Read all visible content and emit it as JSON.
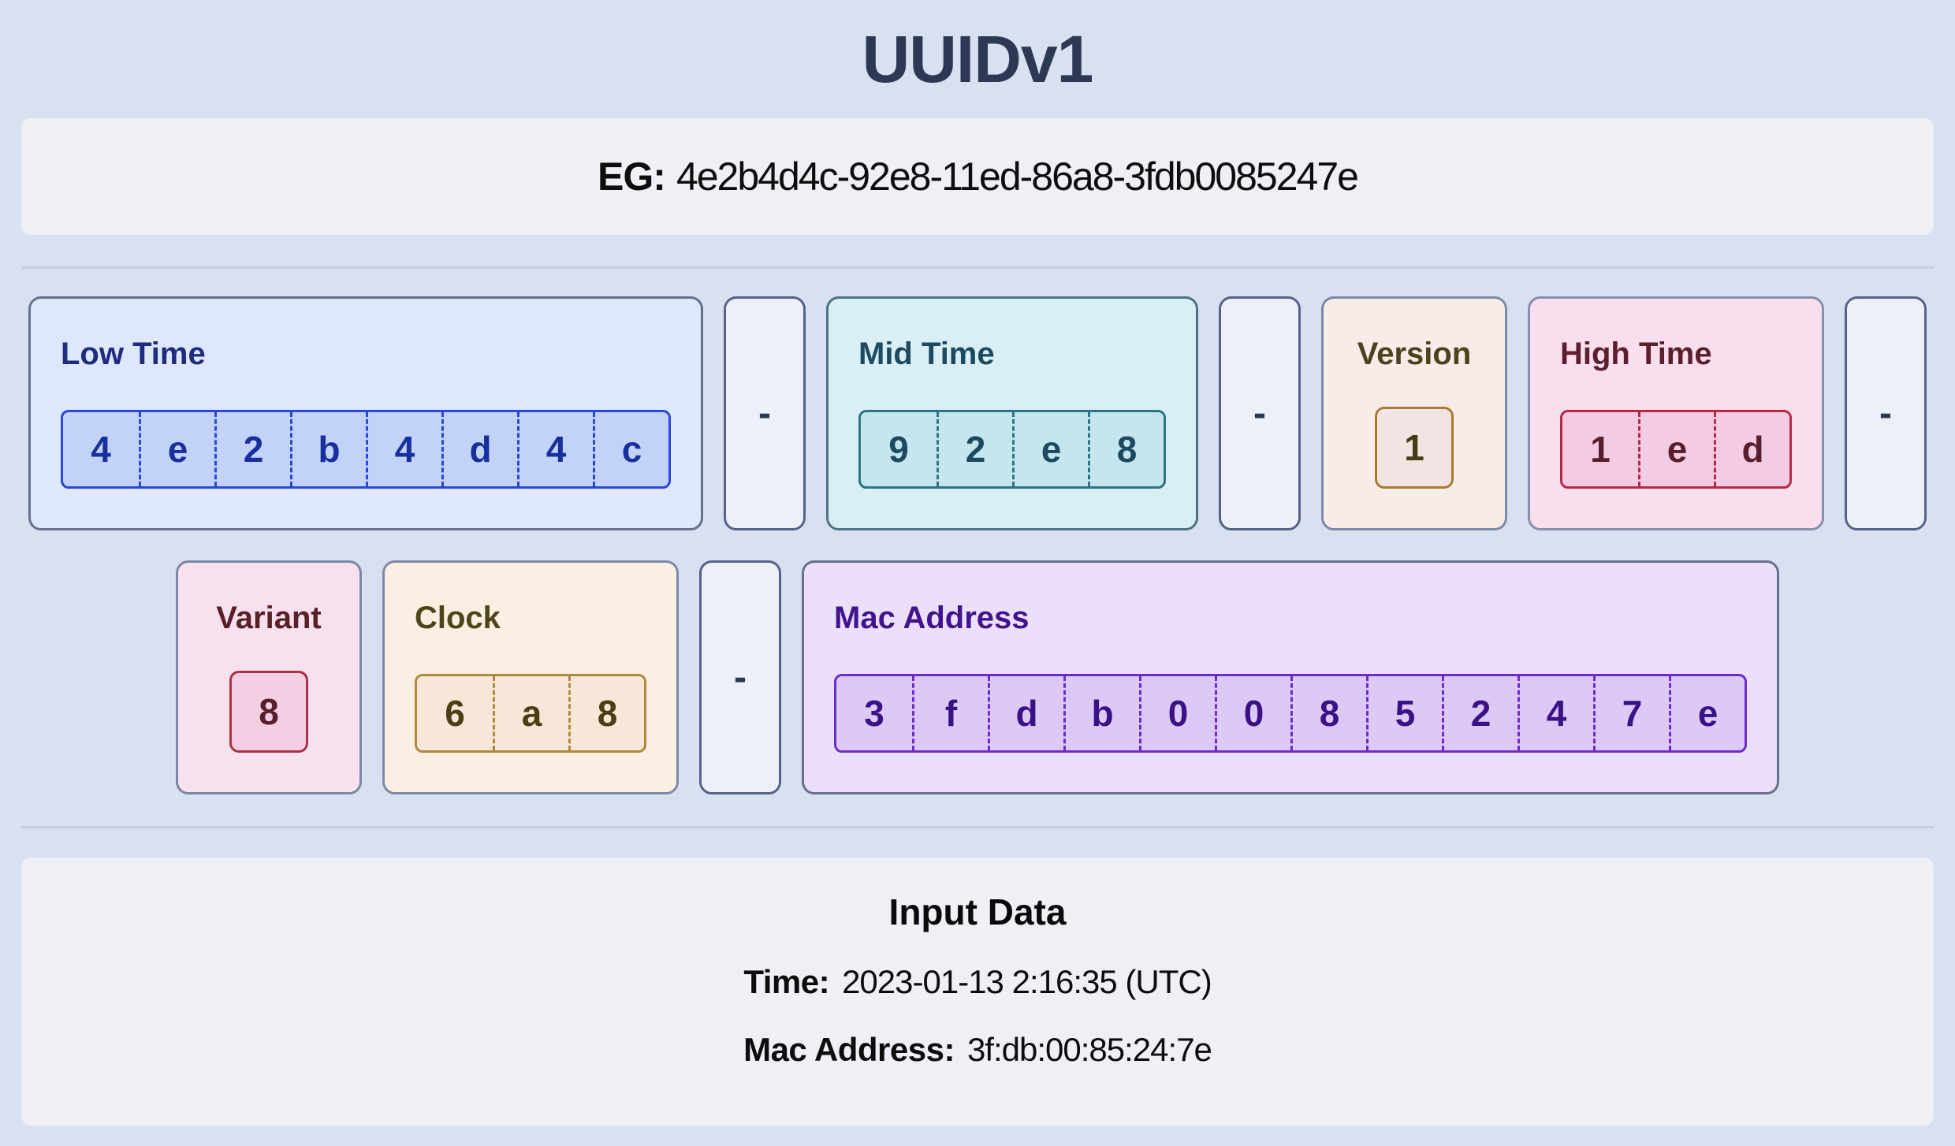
{
  "page": {
    "title": "UUIDv1"
  },
  "example": {
    "label": "EG:",
    "value": "4e2b4d4c-92e8-11ed-86a8-3fdb0085247e"
  },
  "separator_glyph": "-",
  "uuid_rows": [
    [
      {
        "type": "segment",
        "key": "low-time",
        "label": "Low Time",
        "theme": "blue",
        "digits": [
          "4",
          "e",
          "2",
          "b",
          "4",
          "d",
          "4",
          "c"
        ]
      },
      {
        "type": "dash"
      },
      {
        "type": "segment",
        "key": "mid-time",
        "label": "Mid Time",
        "theme": "teal",
        "digits": [
          "9",
          "2",
          "e",
          "8"
        ]
      },
      {
        "type": "dash"
      },
      {
        "type": "segment",
        "key": "version",
        "label": "Version",
        "theme": "version",
        "digits": [
          "1"
        ],
        "single": true
      },
      {
        "type": "segment",
        "key": "high-time",
        "label": "High Time",
        "theme": "red",
        "digits": [
          "1",
          "e",
          "d"
        ]
      },
      {
        "type": "dash"
      }
    ],
    [
      {
        "type": "segment",
        "key": "variant",
        "label": "Variant",
        "theme": "pink",
        "digits": [
          "8"
        ],
        "single": true
      },
      {
        "type": "segment",
        "key": "clock",
        "label": "Clock",
        "theme": "clock",
        "digits": [
          "6",
          "a",
          "8"
        ]
      },
      {
        "type": "dash"
      },
      {
        "type": "segment",
        "key": "mac-address",
        "label": "Mac Address",
        "theme": "purple",
        "digits": [
          "3",
          "f",
          "d",
          "b",
          "0",
          "0",
          "8",
          "5",
          "2",
          "4",
          "7",
          "e"
        ]
      }
    ]
  ],
  "themes": {
    "blue": {
      "boxBg": "#dfe7fb",
      "boxBorder": "#64708d",
      "titleColor": "#1f2b7e",
      "cellBg": "#c3d3f8",
      "cellBorder": "#2b46d8",
      "digitColor": "#1a2f9e"
    },
    "teal": {
      "boxBg": "#daeef5",
      "boxBorder": "#4f7384",
      "titleColor": "#1d4a60",
      "cellBg": "#c5e6ef",
      "cellBorder": "#2e7486",
      "digitColor": "#1d4a60"
    },
    "version": {
      "boxBg": "#f8ece8",
      "boxBorder": "#7d89a8",
      "titleColor": "#4a431d",
      "cellBg": "#f2e4e3",
      "cellBorder": "#a87b31",
      "digitColor": "#433c17"
    },
    "red": {
      "boxBg": "#f9dfee",
      "boxBorder": "#8790ab",
      "titleColor": "#5c1f2d",
      "cellBg": "#f3cce4",
      "cellBorder": "#b52946",
      "digitColor": "#571e2b"
    },
    "pink": {
      "boxBg": "#f7e1ee",
      "boxBorder": "#7a87a6",
      "titleColor": "#5a2027",
      "cellBg": "#f4cfe3",
      "cellBorder": "#a93344",
      "digitColor": "#571e2b"
    },
    "clock": {
      "boxBg": "#fbeee2",
      "boxBorder": "#7d89a8",
      "titleColor": "#4f4519",
      "cellBg": "#f6e7d8",
      "cellBorder": "#b1893c",
      "digitColor": "#4a4015"
    },
    "purple": {
      "boxBg": "#ecdff9",
      "boxBorder": "#67718e",
      "titleColor": "#41138e",
      "cellBg": "#dcc9f6",
      "cellBorder": "#6d2cc9",
      "digitColor": "#3a1186"
    }
  },
  "colors": {
    "page_background": "#d9e0ef",
    "panel_background": "#eef0f5",
    "heading": "#2d3954",
    "divider": "#c6ccdb",
    "dash_box_bg": "#edf0f6",
    "dash_box_border": "#55628a"
  },
  "input_data": {
    "heading": "Input Data",
    "time_label": "Time:",
    "time_value": "2023-01-13 2:16:35 (UTC)",
    "mac_label": "Mac Address:",
    "mac_value": "3f:db:00:85:24:7e"
  }
}
